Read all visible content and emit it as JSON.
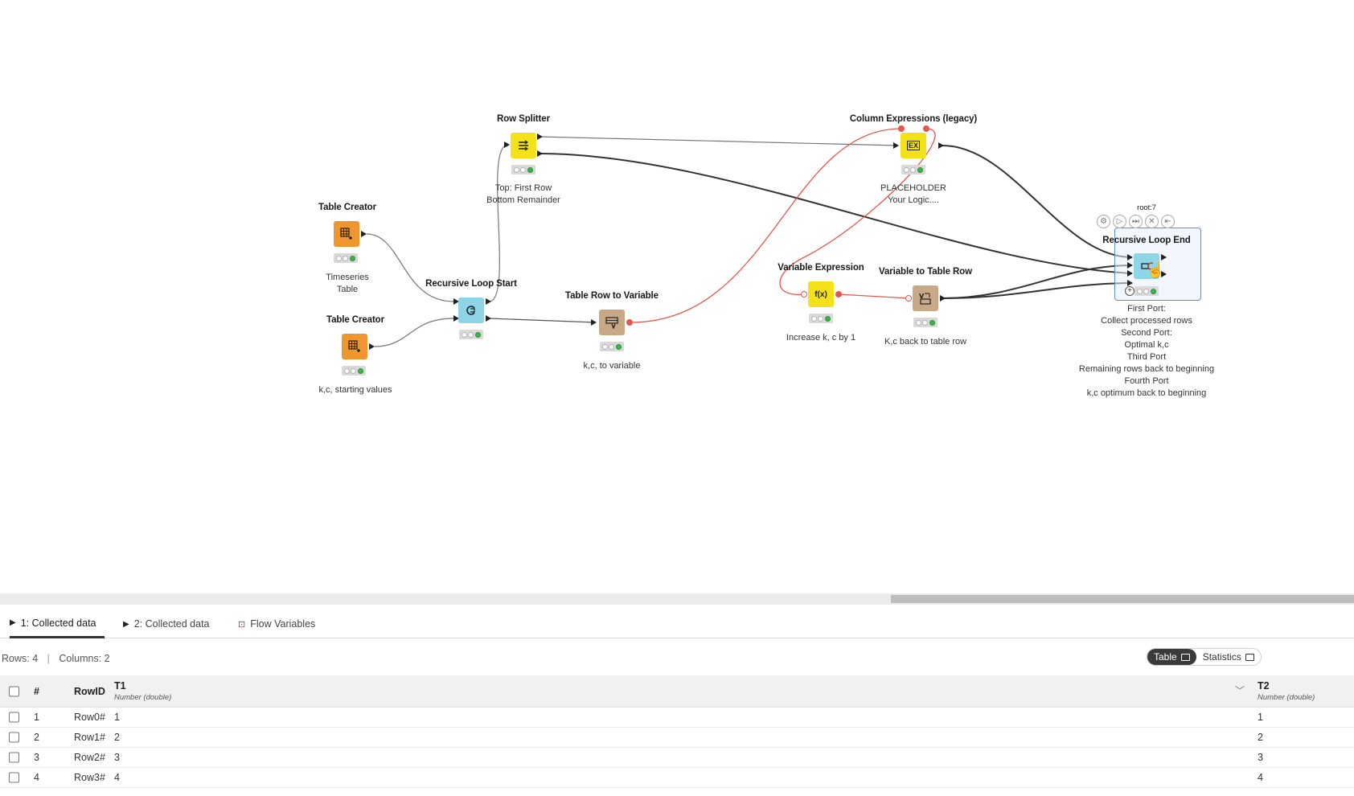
{
  "nodes": {
    "table_creator_1": {
      "title": "Table Creator",
      "desc": "Timeseries\nTable"
    },
    "table_creator_2": {
      "title": "Table Creator",
      "desc": "k,c, starting values"
    },
    "recursive_loop_start": {
      "title": "Recursive Loop Start",
      "desc": ""
    },
    "row_splitter": {
      "title": "Row Splitter",
      "desc": "Top: First Row\nBottom Remainder"
    },
    "table_row_to_variable": {
      "title": "Table Row to Variable",
      "desc": "k,c, to variable"
    },
    "column_expressions": {
      "title": "Column Expressions (legacy)",
      "desc": "PLACEHOLDER\nYour Logic...."
    },
    "variable_expression": {
      "title": "Variable Expression",
      "desc": "Increase k, c by 1"
    },
    "variable_to_table_row": {
      "title": "Variable to Table Row",
      "desc": "K,c back to table row"
    },
    "recursive_loop_end": {
      "title": "Recursive Loop End",
      "node_id": "root:7",
      "desc": "First Port:\nCollect processed rows\nSecond Port:\nOptimal k,c\nThird Port\nRemaining rows back to beginning\nFourth Port\nk,c optimum back to beginning"
    }
  },
  "icons": {
    "table_creator": "table-plus-icon",
    "loop_start": "loop-start-icon",
    "row_splitter": "split-rows-icon",
    "row_to_variable": "row-to-variable-icon",
    "column_expressions": "fx-expression-icon",
    "variable_expression": "f-of-x-icon",
    "variable_to_row": "variable-to-row-icon",
    "loop_end": "loop-end-icon",
    "toolbar": [
      "gear-icon",
      "play-icon",
      "step-icon",
      "cancel-icon",
      "reset-icon"
    ]
  },
  "icon_text": {
    "column_expressions": "EX",
    "variable_expression": "f(x)",
    "variable_to_row": "V"
  },
  "colors": {
    "wire_data": "#333333",
    "wire_var": "#e4574e",
    "status_ok": "#3cb44b"
  },
  "panel": {
    "tabs": [
      {
        "label": "1: Collected data",
        "active": true
      },
      {
        "label": "2: Collected data",
        "active": false
      },
      {
        "label": "Flow Variables",
        "active": false
      }
    ],
    "rows_text": "Rows: 4",
    "sep": "|",
    "columns_text": "Columns: 2",
    "view_table": "Table",
    "view_statistics": "Statistics"
  },
  "table": {
    "headers": {
      "index": "#",
      "rowid": "RowID",
      "t1": "T1",
      "t1_type": "Number (double)",
      "t2": "T2",
      "t2_type": "Number (double)"
    },
    "rows": [
      {
        "idx": "1",
        "rowid": "Row0#",
        "t1": "1",
        "t2": "1"
      },
      {
        "idx": "2",
        "rowid": "Row1#",
        "t1": "2",
        "t2": "2"
      },
      {
        "idx": "3",
        "rowid": "Row2#",
        "t1": "3",
        "t2": "3"
      },
      {
        "idx": "4",
        "rowid": "Row3#",
        "t1": "4",
        "t2": "4"
      }
    ]
  }
}
